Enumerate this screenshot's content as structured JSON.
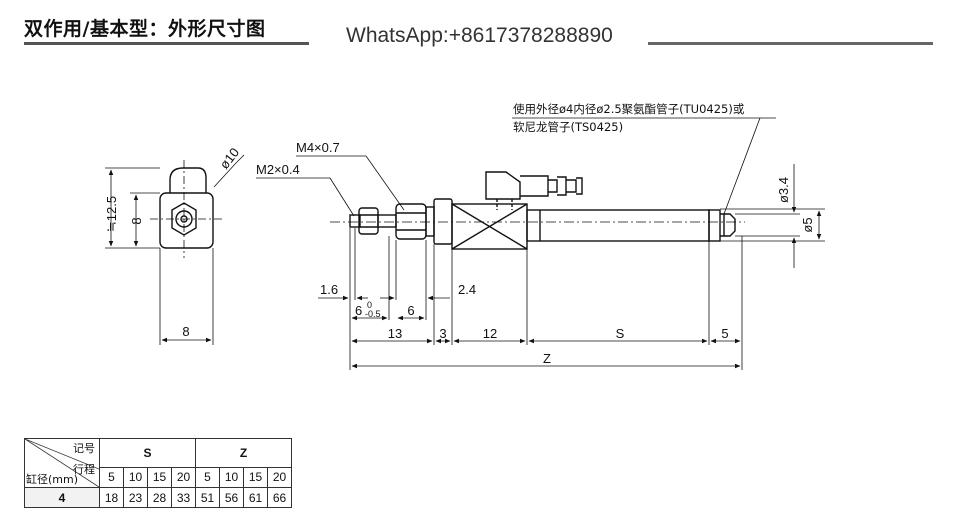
{
  "header": {
    "title": "双作用/基本型：外形尺寸图",
    "contact": "WhatsApp:+8617378288890"
  },
  "drawing": {
    "note_line1": "使用外径ø4内径ø2.5聚氨酯管子(TU0425)或",
    "note_line2": "软尼龙管子(TS0425)",
    "labels": {
      "m4": "M4×0.7",
      "m2": "M2×0.4",
      "phi10": "ø10",
      "dim_12_5": "≒12.5",
      "dim_8_side": "8",
      "dim_8_bottom": "8",
      "dim_1_6": "1.6",
      "dim_2_4": "2.4",
      "dim_6a": "6",
      "dim_6a_tol_top": "0",
      "dim_6a_tol_bottom": "-0.5",
      "dim_6b": "6",
      "dim_13": "13",
      "dim_3": "3",
      "dim_12": "12",
      "dim_S": "S",
      "dim_5": "5",
      "dim_Z": "Z",
      "phi3_4": "ø3.4",
      "phi5": "ø5"
    }
  },
  "table": {
    "symbol_label": "记号",
    "stroke_label": "行程",
    "bore_label": "缸径(mm)",
    "col_S": "S",
    "col_Z": "Z",
    "strokes": [
      "5",
      "10",
      "15",
      "20",
      "5",
      "10",
      "15",
      "20"
    ],
    "rows": [
      {
        "bore": "4",
        "values": [
          "18",
          "23",
          "28",
          "33",
          "51",
          "56",
          "61",
          "66"
        ]
      }
    ]
  }
}
